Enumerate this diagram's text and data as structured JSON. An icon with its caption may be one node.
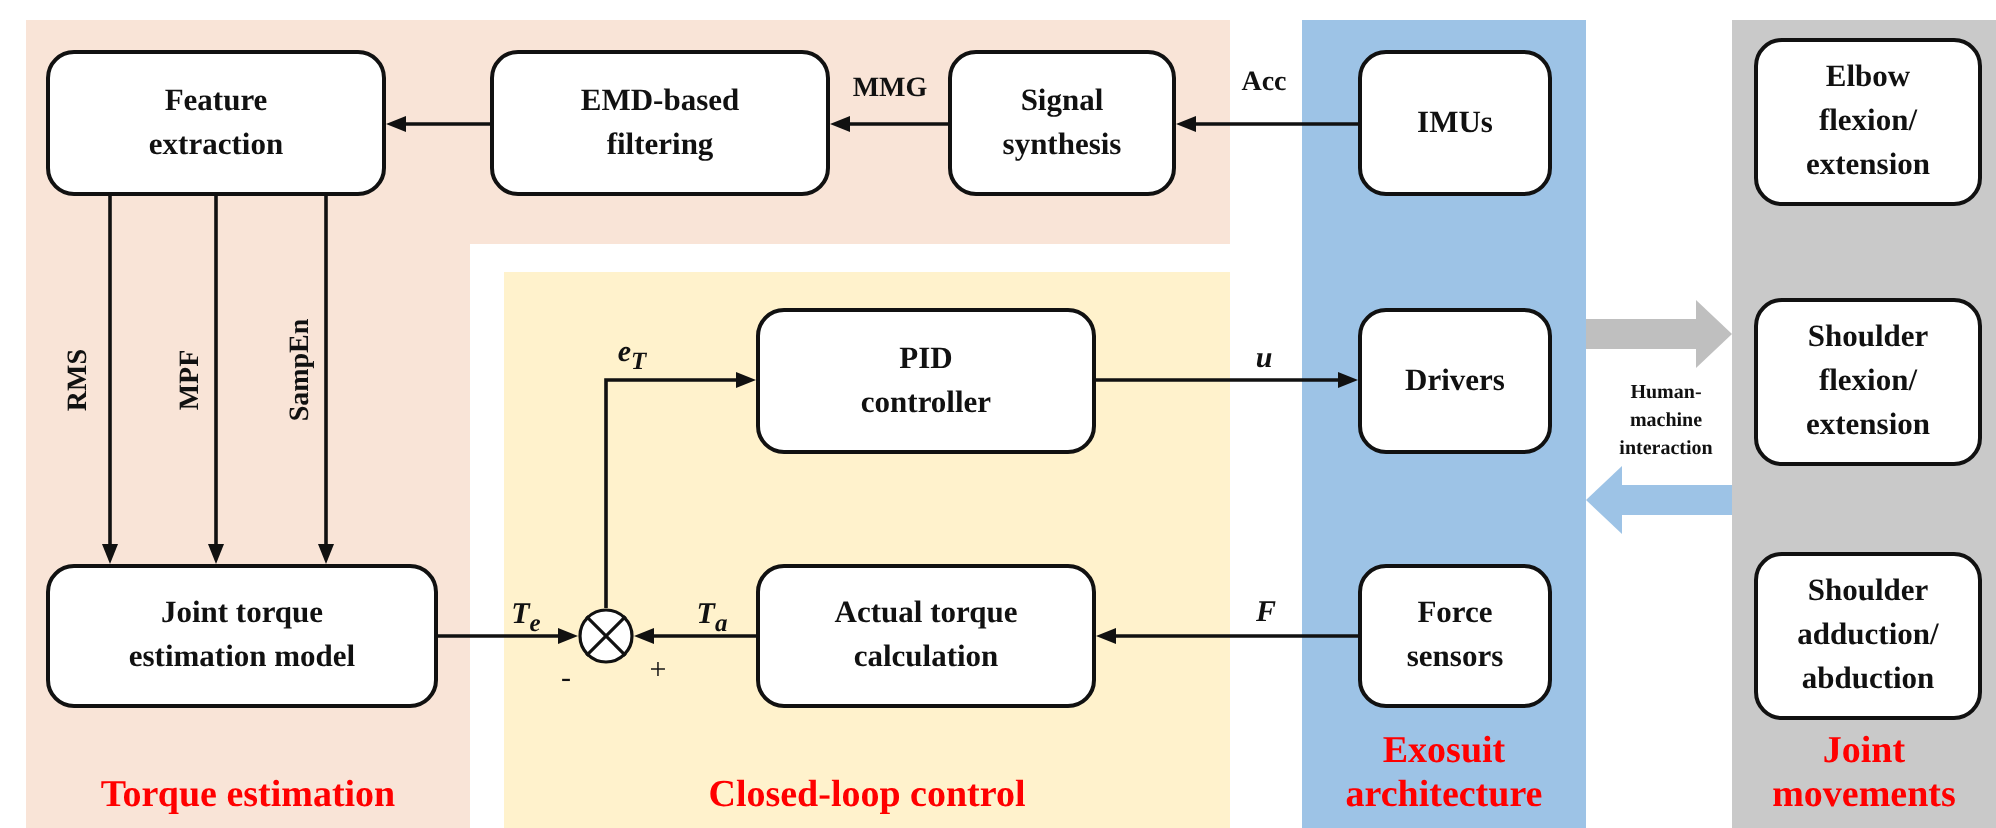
{
  "diagram": {
    "nodes": [
      {
        "text": [
          "Torque estimation"
        ]
      },
      {
        "text": [
          "Feature extraction"
        ],
        "in": 0
      },
      {
        "text": [
          "EMD-based filtering"
        ],
        "in": 0
      },
      {
        "text": [
          "Signal synthesis"
        ],
        "in": 0
      },
      {
        "text": [
          "Joint torque estimation model"
        ],
        "in": 0
      },
      {
        "text": [
          "Closed-loop control"
        ]
      },
      {
        "text": [
          "PID controller"
        ],
        "in": 5
      },
      {
        "text": [],
        "shape": "circle",
        "in": 5
      },
      {
        "text": [
          "Actual torque calculation"
        ],
        "in": 5
      },
      {
        "text": [
          "Exosuit architecture"
        ]
      },
      {
        "text": [
          "IMUs"
        ],
        "in": 9
      },
      {
        "text": [
          "Drivers"
        ],
        "in": 9
      },
      {
        "text": [
          "Force sensors"
        ],
        "in": 9
      },
      {
        "text": [
          "Joint movements"
        ]
      },
      {
        "text": [
          "Elbow flexion/ extension"
        ],
        "in": 13
      },
      {
        "text": [
          "Shoulder flexion/ extension"
        ],
        "in": 13
      },
      {
        "text": [
          "Shoulder adduction/ abduction"
        ],
        "in": 13
      }
    ],
    "edges": [
      {
        "from": 10,
        "to": 3,
        "arrow": "to",
        "label": "Acc"
      },
      {
        "from": 3,
        "to": 2,
        "arrow": "to",
        "label": "MMG"
      },
      {
        "from": 2,
        "to": 1,
        "arrow": "to"
      },
      {
        "from": 1,
        "to": 4,
        "arrow": "to",
        "label": "RMS"
      },
      {
        "from": 1,
        "to": 4,
        "arrow": "to",
        "label": "MPF"
      },
      {
        "from": 1,
        "to": 4,
        "arrow": "to",
        "label": "SampEn"
      },
      {
        "from": 4,
        "to": 7,
        "arrow": "to",
        "label": "T$_{e}$"
      },
      {
        "from": 8,
        "to": 7,
        "arrow": "to",
        "label": "T$_{a}$"
      },
      {
        "from": 7,
        "to": 6,
        "arrow": "to",
        "label": "e$_{T}$"
      },
      {
        "from": 6,
        "to": 11,
        "arrow": "to",
        "label": "u"
      },
      {
        "from": 12,
        "to": 8,
        "arrow": "to",
        "label": "F"
      },
      {
        "from": 9,
        "to": 13,
        "arrow": "to",
        "style": "thick",
        "color": "#bfbfbf"
      },
      {
        "from": 13,
        "to": 9,
        "arrow": "to",
        "style": "thick",
        "color": "#9dc3e6"
      }
    ],
    "labels": [
      "Human-machine interaction",
      "-",
      "+"
    ]
  }
}
